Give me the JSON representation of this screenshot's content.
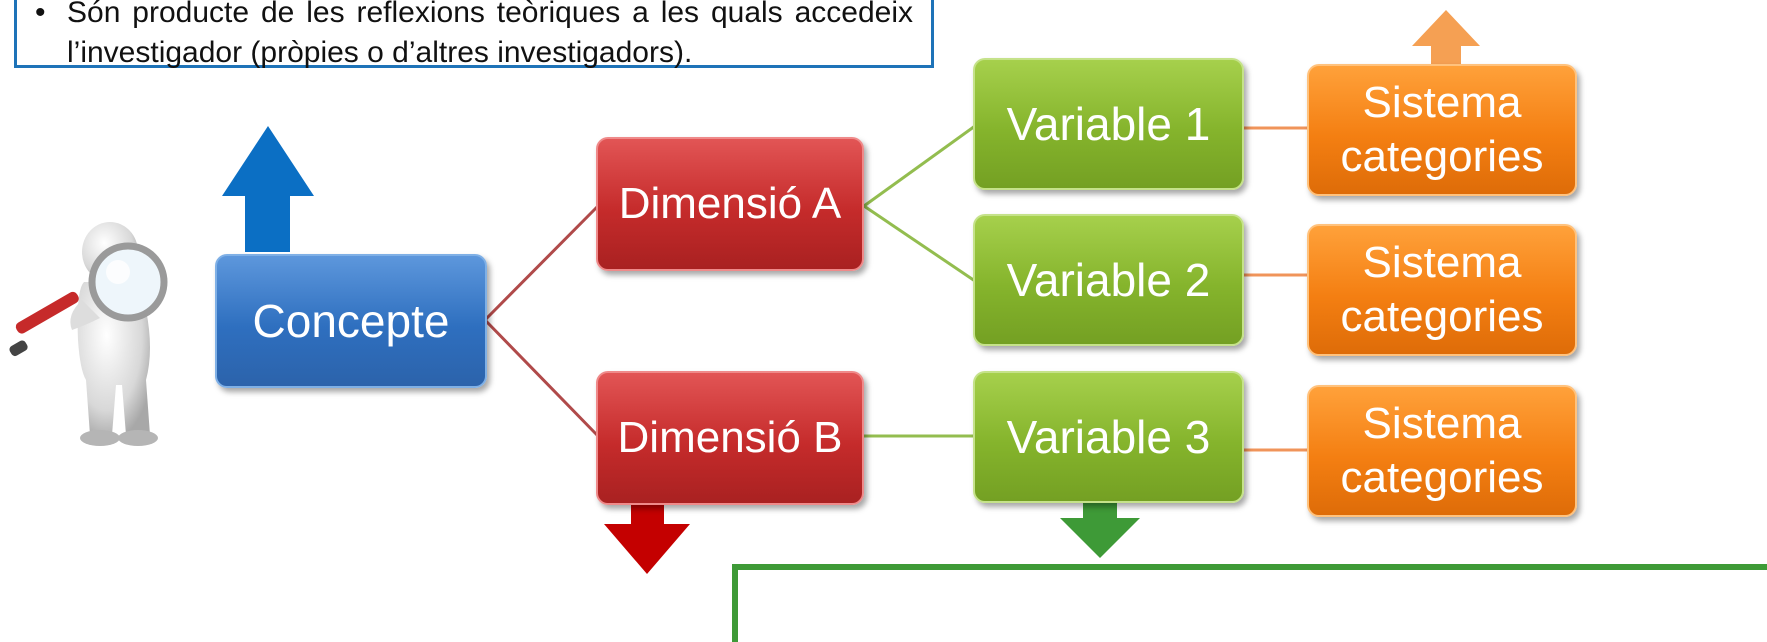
{
  "note": {
    "line1": "Són producte de les reflexions teòriques a les quals accedeix",
    "line2": "l’investigador (pròpies o d’altres investigadors)."
  },
  "concept": {
    "label": "Concepte"
  },
  "dimensions": [
    {
      "label": "Dimensió A"
    },
    {
      "label": "Dimensió B"
    }
  ],
  "variables": [
    {
      "label": "Variable 1"
    },
    {
      "label": "Variable 2"
    },
    {
      "label": "Variable 3"
    }
  ],
  "categories": [
    {
      "line1": "Sistema",
      "line2": "categories"
    },
    {
      "line1": "Sistema",
      "line2": "categories"
    },
    {
      "line1": "Sistema",
      "line2": "categories"
    }
  ],
  "colors": {
    "concept": "#2e6fbf",
    "dimension": "#c52b2b",
    "variable": "#85b42c",
    "category": "#f47f12",
    "note_border": "#1e73b8",
    "arrow_blue": "#0b6fc4",
    "arrow_red": "#c40000",
    "arrow_green": "#3e9a37",
    "arrow_orange": "#f5a053"
  },
  "icons": {
    "researcher": "magnifier-person-icon",
    "arrow_concept": "arrow-up-icon",
    "arrow_dimension": "arrow-down-icon",
    "arrow_variable": "arrow-down-icon",
    "arrow_categories": "arrow-up-icon"
  }
}
